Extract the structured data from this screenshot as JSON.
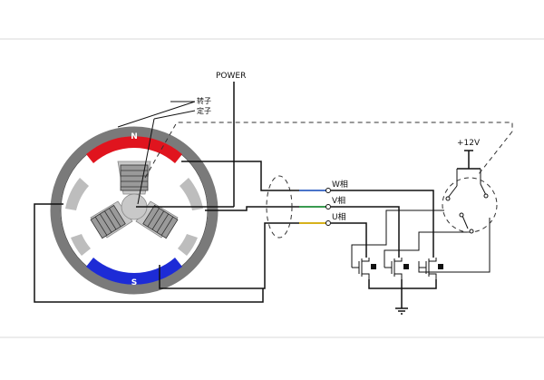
{
  "labels": {
    "power": "POWER",
    "rotor": "转子",
    "stator": "定子",
    "north": "N",
    "south": "S",
    "phase_w": "W相",
    "phase_v": "V相",
    "phase_u": "U相",
    "supply": "+12V"
  },
  "colors": {
    "north_pole": "#e0141e",
    "south_pole": "#1d2bd6",
    "stator_ring": "#7a7a7a",
    "rotor_gray": "#c8c8c8",
    "wire_w": "#4a73c9",
    "wire_v": "#3a9a50",
    "wire_u": "#d6b21c"
  }
}
